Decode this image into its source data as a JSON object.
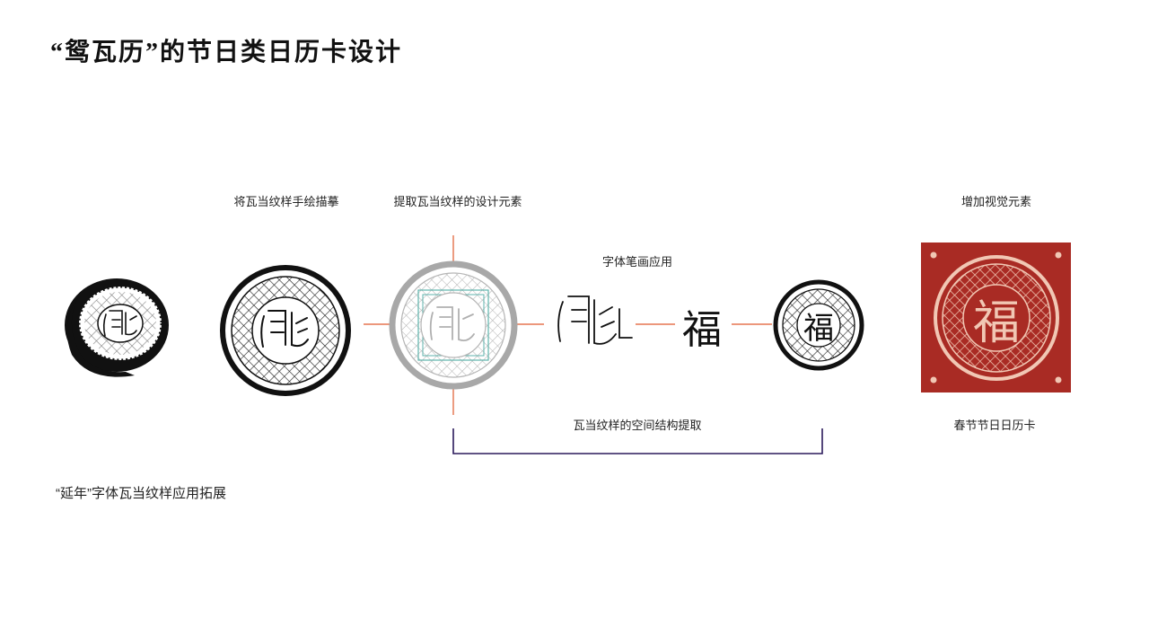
{
  "title": "“鸳瓦历”的节日类日历卡设计",
  "captions": {
    "trace": "将瓦当纹样手绘描摹",
    "extract": "提取瓦当纹样的设计元素",
    "strokes": "字体笔画应用",
    "visual": "增加视觉元素",
    "structure": "瓦当纹样的空间结构提取",
    "card": "春节节日日历卡"
  },
  "subtitle": "“延年”字体瓦当纹样应用拓展",
  "glyphs": {
    "fu": "福"
  },
  "colors": {
    "guide": "#e0592d",
    "bracket": "#2b1a5c",
    "card_bg": "#a92b24",
    "card_ring": "#f1c7b4",
    "ring_gray": "#a8a8a8",
    "teal": "#5fb3ac"
  }
}
